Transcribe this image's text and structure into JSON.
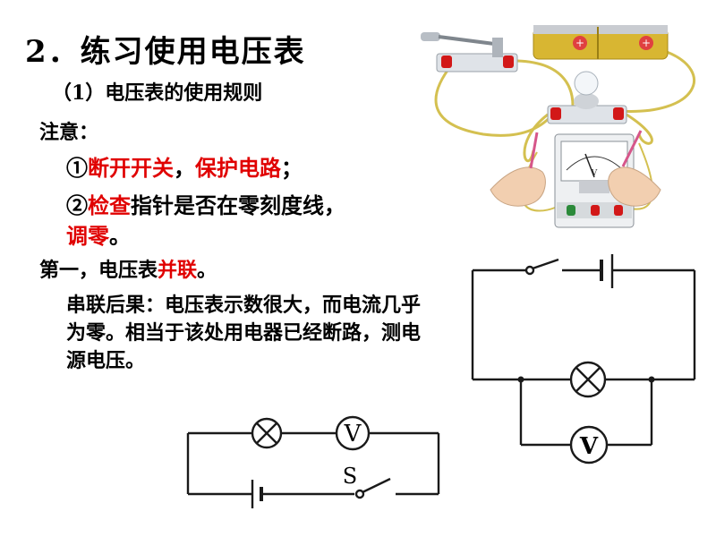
{
  "heading": {
    "title": "2．练习使用电压表",
    "subtitle": "（1）电压表的使用规则",
    "note_label": "注意："
  },
  "rules": {
    "rule1_prefix": "①",
    "rule1_red1": "断开开关",
    "rule1_sep": "，",
    "rule1_red2": "保护电路",
    "rule1_end": "；",
    "rule2_prefix": "②",
    "rule2_red": "检查",
    "rule2_rest": "指针是否在零刻度线，",
    "rule2_red2": "调零",
    "rule2_end": "。"
  },
  "first": {
    "label": "第一，电压表",
    "red": "并联",
    "end": "。"
  },
  "consequence": "串联后果：电压表示数很大，而电流几乎为零。相当于该处用电器已经断路，测电源电压。",
  "circuits": {
    "left_meter_label": "V",
    "left_switch_label": "S",
    "right_meter_label": "V"
  },
  "colors": {
    "emphasis_red": "#e00000"
  }
}
